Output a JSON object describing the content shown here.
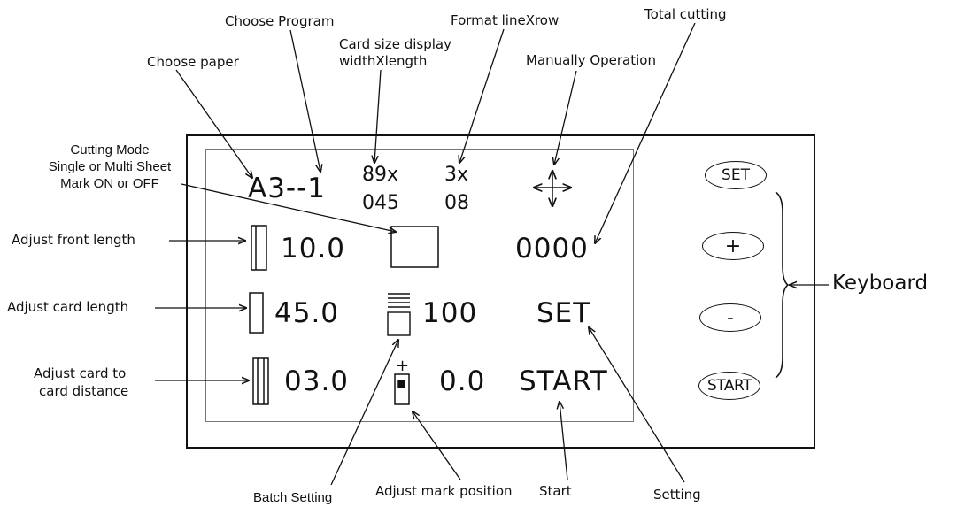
{
  "callouts": {
    "choose_paper": "Choose paper",
    "choose_program": "Choose Program",
    "card_size_line1": "Card size display",
    "card_size_line2": "widthXlength",
    "format": "Format lineXrow",
    "manually": "Manually Operation",
    "total_cutting": "Total cutting",
    "cutting_mode_line1": "Cutting Mode",
    "cutting_mode_line2": "Single or Multi Sheet",
    "cutting_mode_line3": "Mark ON or OFF",
    "adjust_front": "Adjust front length",
    "adjust_card_length": "Adjust card length",
    "adjust_distance_line1": "Adjust card  to",
    "adjust_distance_line2": "card distance",
    "batch_setting": "Batch Setting",
    "adjust_mark": "Adjust mark position",
    "start": "Start",
    "setting": "Setting",
    "keyboard": "Keyboard"
  },
  "display": {
    "paper_program": "A3--1",
    "card_width": "89x",
    "card_length": "045",
    "format_line": "3x",
    "format_row": "08",
    "total_cutting": "0000",
    "front_length": "10.0",
    "card_length_value": "45.0",
    "batch_value": "100",
    "set_label": "SET",
    "distance_value": "03.0",
    "mark_value": "0.0",
    "start_label": "START",
    "mark_plus": "+"
  },
  "keys": {
    "set": "SET",
    "plus": "+",
    "minus": "-",
    "start": "START"
  }
}
